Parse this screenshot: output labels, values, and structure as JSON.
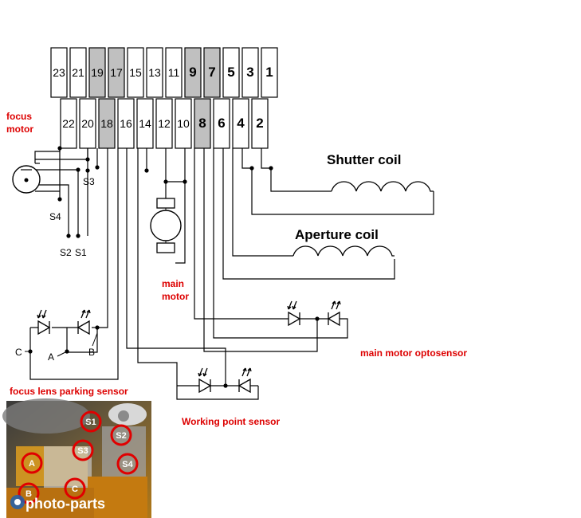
{
  "top_pins": [
    "23",
    "21",
    "19",
    "17",
    "15",
    "13",
    "11",
    "9",
    "7",
    "5",
    "3",
    "1"
  ],
  "top_pins_gray": [
    "19",
    "17",
    "9",
    "7"
  ],
  "bottom_pins": [
    "22",
    "20",
    "18",
    "16",
    "14",
    "12",
    "10",
    "8",
    "6",
    "4",
    "2"
  ],
  "bottom_pins_gray": [
    "18",
    "8"
  ],
  "labels": {
    "focus_motor_line1": "focus",
    "focus_motor_line2": "motor",
    "shutter_coil": "Shutter coil",
    "aperture_coil": "Aperture coil",
    "main_motor_line1": "main",
    "main_motor_line2": "motor",
    "main_motor_optosensor": "main motor optosensor",
    "focus_lens_parking_sensor": "focus lens parking sensor",
    "working_point_sensor": "Working point sensor",
    "s1": "S1",
    "s2": "S2",
    "s3": "S3",
    "s4": "S4",
    "a": "A",
    "b": "B",
    "c": "C"
  },
  "photo": {
    "markers": [
      "S1",
      "S2",
      "S3",
      "S4",
      "A",
      "B",
      "C"
    ],
    "watermark": "photo-parts"
  },
  "colors": {
    "pin_gray": "#c0c0c0",
    "label_red": "#dd0000",
    "marker_red": "#e00000"
  }
}
